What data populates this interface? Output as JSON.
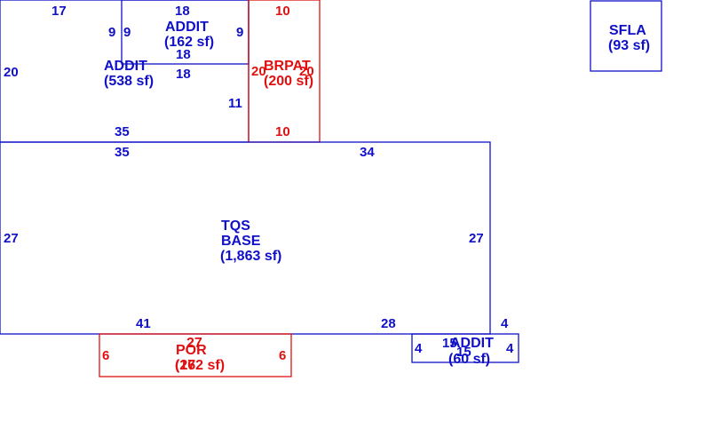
{
  "colors": {
    "building": "#1010c8",
    "porch_patio": "#e01010"
  },
  "areas": [
    {
      "id": "addit-top",
      "name": "ADDIT",
      "area": "(162 sf)"
    },
    {
      "id": "addit-left",
      "name": "ADDIT",
      "area": "(538 sf)"
    },
    {
      "id": "brpat",
      "name": "BRPAT",
      "area": "(200 sf)"
    },
    {
      "id": "base",
      "name1": "TQS",
      "name2": "BASE",
      "area": "(1,863 sf)"
    },
    {
      "id": "por",
      "name": "POR",
      "area": "(162 sf)",
      "overlap_name": "27",
      "overlap_area": "(27"
    },
    {
      "id": "addit-small",
      "name": "ADDIT",
      "area": "(60 sf)",
      "overlap1": "15",
      "overlap2": "15"
    },
    {
      "id": "sfla",
      "name": "SFLA",
      "area": "(93 sf)"
    }
  ],
  "dimensions": {
    "d17": "17",
    "d18_top": "18",
    "d9_a": "9",
    "d9_b": "9",
    "d9_c": "9",
    "d18_mid": "18",
    "d18_low": "18",
    "d20_left": "20",
    "d11": "11",
    "d35_a": "35",
    "d10_top": "10",
    "d20_brpat_l": "20",
    "d20_brpat_r": "20",
    "d10_bot": "10",
    "d35_b": "35",
    "d34": "34",
    "d27_left": "27",
    "d27_right": "27",
    "d41": "41",
    "d28": "28",
    "d4_top": "4",
    "d6_left": "6",
    "d6_right": "6",
    "d4_left": "4",
    "d4_right": "4"
  }
}
